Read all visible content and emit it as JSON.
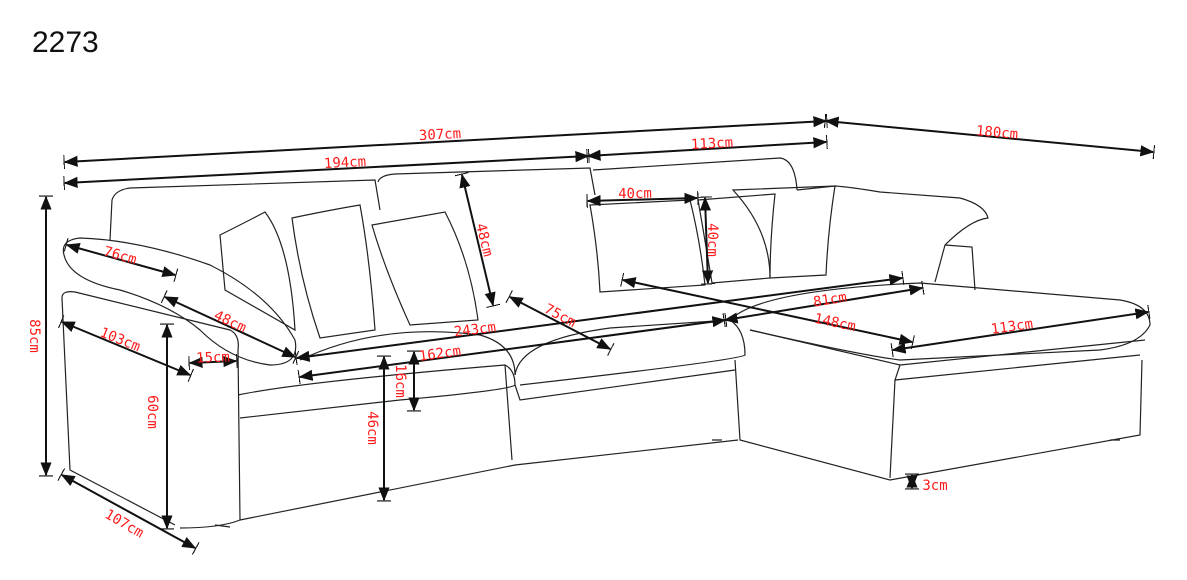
{
  "model_number": "2273",
  "accent_color": "#ff1a1a",
  "dimensions": [
    {
      "id": "total-length",
      "label": "307cm"
    },
    {
      "id": "chaise-depth-top",
      "label": "180cm"
    },
    {
      "id": "sofa-length",
      "label": "194cm"
    },
    {
      "id": "chaise-width-top",
      "label": "113cm"
    },
    {
      "id": "pillow-width",
      "label": "40cm"
    },
    {
      "id": "pillow-height",
      "label": "40cm"
    },
    {
      "id": "back-cushion-height",
      "label": "48cm"
    },
    {
      "id": "armrest-pillow-length",
      "label": "76cm"
    },
    {
      "id": "armrest-pillow-width",
      "label": "48cm"
    },
    {
      "id": "seat-width-chaise",
      "label": "81cm"
    },
    {
      "id": "seat-depth",
      "label": "75cm"
    },
    {
      "id": "chaise-seat-length",
      "label": "148cm"
    },
    {
      "id": "seat-total-width",
      "label": "243cm"
    },
    {
      "id": "chaise-width-bottom",
      "label": "113cm"
    },
    {
      "id": "total-height",
      "label": "85cm"
    },
    {
      "id": "arm-length",
      "label": "103cm"
    },
    {
      "id": "arm-width",
      "label": "15cm"
    },
    {
      "id": "seat-width",
      "label": "162cm"
    },
    {
      "id": "cushion-thickness",
      "label": "16cm"
    },
    {
      "id": "arm-height",
      "label": "60cm"
    },
    {
      "id": "seat-height",
      "label": "46cm"
    },
    {
      "id": "leg-height",
      "label": "3cm"
    },
    {
      "id": "total-depth",
      "label": "107cm"
    }
  ]
}
